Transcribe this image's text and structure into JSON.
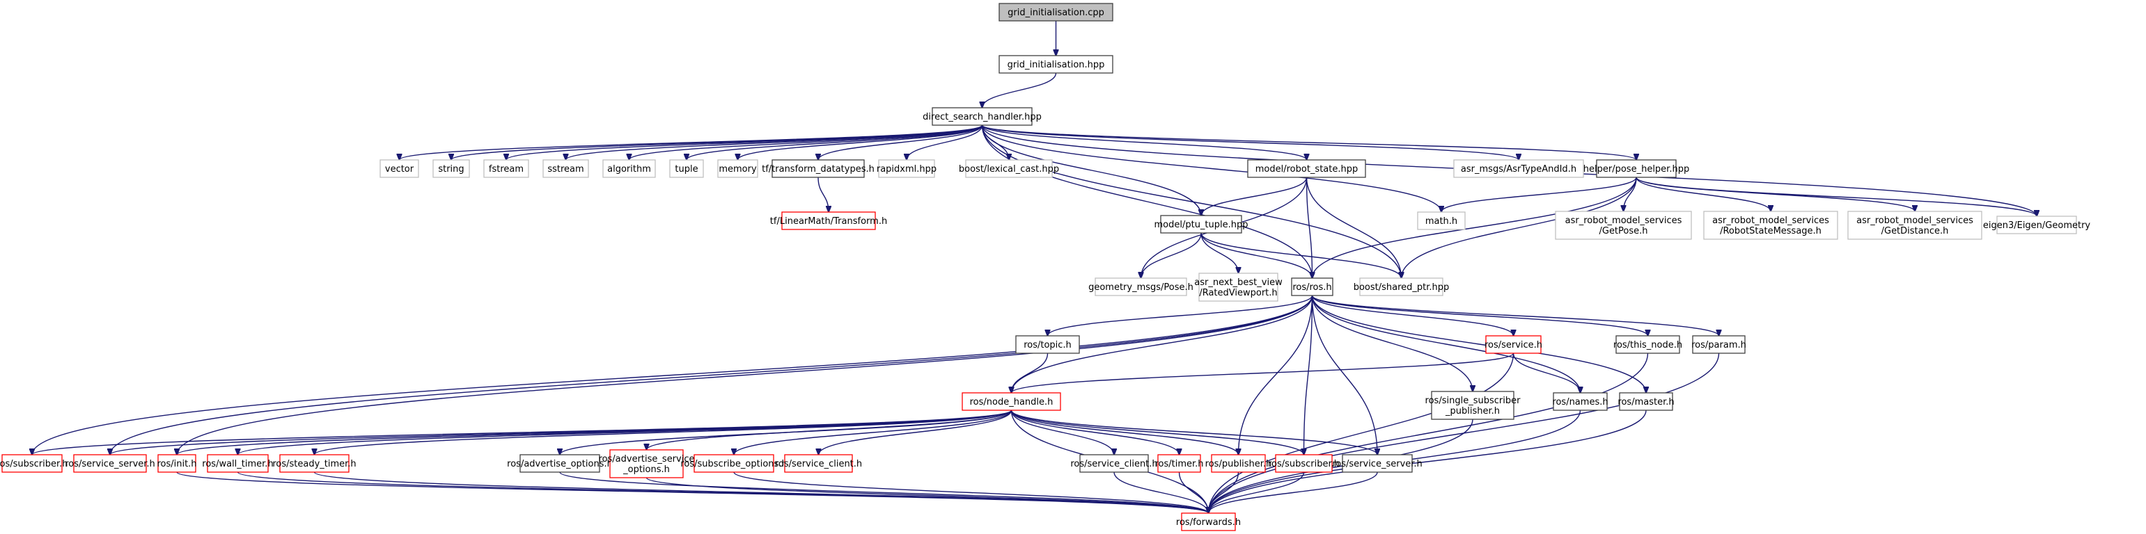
{
  "title": "grid_initialisation.cpp include dependency graph",
  "colors": {
    "edge": "#191970",
    "root_fill": "#bfbfbf",
    "documented_border": "#404040",
    "external_border": "#bfbfbf",
    "truncated_border": "#ff0000",
    "node_fill": "#ffffff"
  },
  "nodes": [
    {
      "id": "grid_cpp",
      "label": [
        "grid_initialisation.cpp"
      ],
      "kind": "root"
    },
    {
      "id": "grid_hpp",
      "label": [
        "grid_initialisation.hpp"
      ],
      "kind": "documented"
    },
    {
      "id": "dsh",
      "label": [
        "direct_search_handler.hpp"
      ],
      "kind": "documented"
    },
    {
      "id": "vector",
      "label": [
        "vector"
      ],
      "kind": "external"
    },
    {
      "id": "string",
      "label": [
        "string"
      ],
      "kind": "external"
    },
    {
      "id": "fstream",
      "label": [
        "fstream"
      ],
      "kind": "external"
    },
    {
      "id": "sstream",
      "label": [
        "sstream"
      ],
      "kind": "external"
    },
    {
      "id": "algorithm",
      "label": [
        "algorithm"
      ],
      "kind": "external"
    },
    {
      "id": "tuple",
      "label": [
        "tuple"
      ],
      "kind": "external"
    },
    {
      "id": "memory",
      "label": [
        "memory"
      ],
      "kind": "external"
    },
    {
      "id": "tf_dt",
      "label": [
        "tf/transform_datatypes.h"
      ],
      "kind": "documented"
    },
    {
      "id": "rapidxml",
      "label": [
        "rapidxml.hpp"
      ],
      "kind": "external"
    },
    {
      "id": "lexical",
      "label": [
        "boost/lexical_cast.hpp"
      ],
      "kind": "external"
    },
    {
      "id": "robot_state",
      "label": [
        "model/robot_state.hpp"
      ],
      "kind": "documented"
    },
    {
      "id": "asr_type",
      "label": [
        "asr_msgs/AsrTypeAndId.h"
      ],
      "kind": "external"
    },
    {
      "id": "pose_helper",
      "label": [
        "helper/pose_helper.hpp"
      ],
      "kind": "documented"
    },
    {
      "id": "tf_transform",
      "label": [
        "tf/LinearMath/Transform.h"
      ],
      "kind": "truncated"
    },
    {
      "id": "ptu_tuple",
      "label": [
        "model/ptu_tuple.hpp"
      ],
      "kind": "documented"
    },
    {
      "id": "math",
      "label": [
        "math.h"
      ],
      "kind": "external"
    },
    {
      "id": "getpose",
      "label": [
        "asr_robot_model_services",
        "/GetPose.h"
      ],
      "kind": "external"
    },
    {
      "id": "rsm",
      "label": [
        "asr_robot_model_services",
        "/RobotStateMessage.h"
      ],
      "kind": "external"
    },
    {
      "id": "getdist",
      "label": [
        "asr_robot_model_services",
        "/GetDistance.h"
      ],
      "kind": "external"
    },
    {
      "id": "eigen",
      "label": [
        "eigen3/Eigen/Geometry"
      ],
      "kind": "external"
    },
    {
      "id": "geo_pose",
      "label": [
        "geometry_msgs/Pose.h"
      ],
      "kind": "external"
    },
    {
      "id": "rated_vp",
      "label": [
        "asr_next_best_view",
        "/RatedViewport.h"
      ],
      "kind": "external"
    },
    {
      "id": "ros_h",
      "label": [
        "ros/ros.h"
      ],
      "kind": "documented"
    },
    {
      "id": "shared_ptr",
      "label": [
        "boost/shared_ptr.hpp"
      ],
      "kind": "external"
    },
    {
      "id": "topic",
      "label": [
        "ros/topic.h"
      ],
      "kind": "documented"
    },
    {
      "id": "service",
      "label": [
        "ros/service.h"
      ],
      "kind": "truncated"
    },
    {
      "id": "this_node",
      "label": [
        "ros/this_node.h"
      ],
      "kind": "documented"
    },
    {
      "id": "param",
      "label": [
        "ros/param.h"
      ],
      "kind": "documented"
    },
    {
      "id": "node_handle",
      "label": [
        "ros/node_handle.h"
      ],
      "kind": "truncated"
    },
    {
      "id": "ssp",
      "label": [
        "ros/single_subscriber",
        "_publisher.h"
      ],
      "kind": "documented"
    },
    {
      "id": "names",
      "label": [
        "ros/names.h"
      ],
      "kind": "documented"
    },
    {
      "id": "master",
      "label": [
        "ros/master.h"
      ],
      "kind": "documented"
    },
    {
      "id": "subscriber_a",
      "label": [
        "ros/subscriber.h"
      ],
      "kind": "truncated"
    },
    {
      "id": "service_server_a",
      "label": [
        "ros/service_server.h"
      ],
      "kind": "truncated"
    },
    {
      "id": "init",
      "label": [
        "ros/init.h"
      ],
      "kind": "truncated"
    },
    {
      "id": "wall_timer",
      "label": [
        "ros/wall_timer.h"
      ],
      "kind": "truncated"
    },
    {
      "id": "steady_timer",
      "label": [
        "ros/steady_timer.h"
      ],
      "kind": "truncated"
    },
    {
      "id": "adv_opts",
      "label": [
        "ros/advertise_options.h"
      ],
      "kind": "documented"
    },
    {
      "id": "adv_srv_opts",
      "label": [
        "ros/advertise_service",
        "_options.h"
      ],
      "kind": "truncated"
    },
    {
      "id": "sub_opts",
      "label": [
        "ros/subscribe_options.h"
      ],
      "kind": "truncated"
    },
    {
      "id": "service_client_a",
      "label": [
        "ros/service_client.h"
      ],
      "kind": "truncated"
    },
    {
      "id": "service_client_b",
      "label": [
        "ros/service_client.h"
      ],
      "kind": "documented"
    },
    {
      "id": "timer",
      "label": [
        "ros/timer.h"
      ],
      "kind": "truncated"
    },
    {
      "id": "publisher",
      "label": [
        "ros/publisher.h"
      ],
      "kind": "truncated"
    },
    {
      "id": "subscriber_b",
      "label": [
        "ros/subscriber.h"
      ],
      "kind": "truncated"
    },
    {
      "id": "service_server_b",
      "label": [
        "ros/service_server.h"
      ],
      "kind": "documented"
    },
    {
      "id": "forwards",
      "label": [
        "ros/forwards.h"
      ],
      "kind": "truncated"
    }
  ],
  "edges": [
    [
      "grid_cpp",
      "grid_hpp"
    ],
    [
      "grid_hpp",
      "dsh"
    ],
    [
      "dsh",
      "vector"
    ],
    [
      "dsh",
      "string"
    ],
    [
      "dsh",
      "fstream"
    ],
    [
      "dsh",
      "sstream"
    ],
    [
      "dsh",
      "algorithm"
    ],
    [
      "dsh",
      "tuple"
    ],
    [
      "dsh",
      "memory"
    ],
    [
      "dsh",
      "tf_dt"
    ],
    [
      "dsh",
      "rapidxml"
    ],
    [
      "dsh",
      "lexical"
    ],
    [
      "dsh",
      "robot_state"
    ],
    [
      "dsh",
      "asr_type"
    ],
    [
      "dsh",
      "pose_helper"
    ],
    [
      "dsh",
      "ptu_tuple"
    ],
    [
      "dsh",
      "math"
    ],
    [
      "dsh",
      "ros_h"
    ],
    [
      "dsh",
      "eigen"
    ],
    [
      "dsh",
      "shared_ptr"
    ],
    [
      "tf_dt",
      "tf_transform"
    ],
    [
      "robot_state",
      "ptu_tuple"
    ],
    [
      "robot_state",
      "geo_pose"
    ],
    [
      "robot_state",
      "ros_h"
    ],
    [
      "robot_state",
      "shared_ptr"
    ],
    [
      "pose_helper",
      "math"
    ],
    [
      "pose_helper",
      "getpose"
    ],
    [
      "pose_helper",
      "rsm"
    ],
    [
      "pose_helper",
      "getdist"
    ],
    [
      "pose_helper",
      "eigen"
    ],
    [
      "pose_helper",
      "ros_h"
    ],
    [
      "pose_helper",
      "shared_ptr"
    ],
    [
      "ptu_tuple",
      "geo_pose"
    ],
    [
      "ptu_tuple",
      "rated_vp"
    ],
    [
      "ptu_tuple",
      "ros_h"
    ],
    [
      "ptu_tuple",
      "shared_ptr"
    ],
    [
      "ros_h",
      "topic"
    ],
    [
      "ros_h",
      "node_handle"
    ],
    [
      "ros_h",
      "service"
    ],
    [
      "ros_h",
      "this_node"
    ],
    [
      "ros_h",
      "param"
    ],
    [
      "ros_h",
      "ssp"
    ],
    [
      "ros_h",
      "names"
    ],
    [
      "ros_h",
      "master"
    ],
    [
      "ros_h",
      "subscriber_a"
    ],
    [
      "ros_h",
      "service_server_a"
    ],
    [
      "ros_h",
      "init"
    ],
    [
      "ros_h",
      "publisher"
    ],
    [
      "ros_h",
      "subscriber_b"
    ],
    [
      "ros_h",
      "service_server_b"
    ],
    [
      "topic",
      "node_handle"
    ],
    [
      "service",
      "node_handle"
    ],
    [
      "service",
      "names"
    ],
    [
      "service",
      "forwards"
    ],
    [
      "node_handle",
      "subscriber_a"
    ],
    [
      "node_handle",
      "service_server_a"
    ],
    [
      "node_handle",
      "init"
    ],
    [
      "node_handle",
      "wall_timer"
    ],
    [
      "node_handle",
      "steady_timer"
    ],
    [
      "node_handle",
      "adv_opts"
    ],
    [
      "node_handle",
      "adv_srv_opts"
    ],
    [
      "node_handle",
      "sub_opts"
    ],
    [
      "node_handle",
      "service_client_a"
    ],
    [
      "node_handle",
      "service_client_b"
    ],
    [
      "node_handle",
      "timer"
    ],
    [
      "node_handle",
      "publisher"
    ],
    [
      "node_handle",
      "subscriber_b"
    ],
    [
      "node_handle",
      "service_server_b"
    ],
    [
      "node_handle",
      "forwards"
    ],
    [
      "init",
      "forwards"
    ],
    [
      "wall_timer",
      "forwards"
    ],
    [
      "steady_timer",
      "forwards"
    ],
    [
      "adv_opts",
      "forwards"
    ],
    [
      "adv_srv_opts",
      "forwards"
    ],
    [
      "sub_opts",
      "forwards"
    ],
    [
      "service_client_b",
      "forwards"
    ],
    [
      "timer",
      "forwards"
    ],
    [
      "publisher",
      "forwards"
    ],
    [
      "subscriber_b",
      "forwards"
    ],
    [
      "service_server_b",
      "forwards"
    ],
    [
      "ssp",
      "forwards"
    ],
    [
      "names",
      "forwards"
    ],
    [
      "master",
      "forwards"
    ],
    [
      "this_node",
      "forwards"
    ],
    [
      "param",
      "forwards"
    ]
  ]
}
